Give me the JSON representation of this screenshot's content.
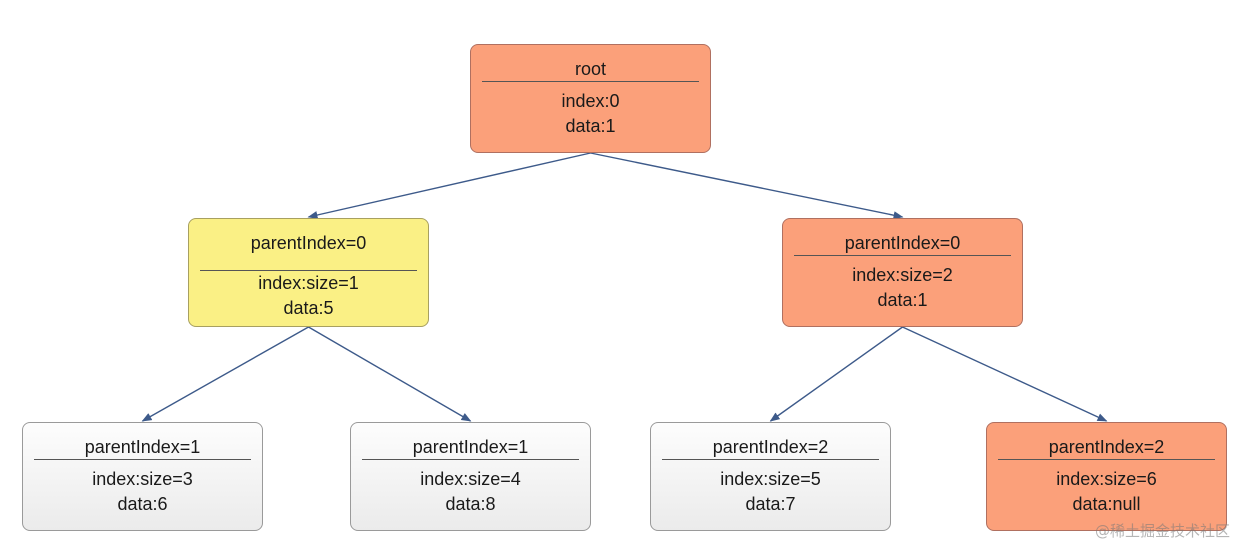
{
  "nodes": {
    "root": {
      "title": "root",
      "lines": [
        "index:0",
        "data:1"
      ]
    },
    "left": {
      "title": "parentIndex=0",
      "lines": [
        "index:size=1",
        "data:5"
      ]
    },
    "right": {
      "title": "parentIndex=0",
      "lines": [
        "index:size=2",
        "data:1"
      ]
    },
    "ll": {
      "title": "parentIndex=1",
      "lines": [
        "index:size=3",
        "data:6"
      ]
    },
    "lr": {
      "title": "parentIndex=1",
      "lines": [
        "index:size=4",
        "data:8"
      ]
    },
    "rl": {
      "title": "parentIndex=2",
      "lines": [
        "index:size=5",
        "data:7"
      ]
    },
    "rr": {
      "title": "parentIndex=2",
      "lines": [
        "index:size=6",
        "data:null"
      ]
    }
  },
  "edges": [
    {
      "from": "root",
      "to": "left"
    },
    {
      "from": "root",
      "to": "right"
    },
    {
      "from": "left",
      "to": "ll"
    },
    {
      "from": "left",
      "to": "lr"
    },
    {
      "from": "right",
      "to": "rl"
    },
    {
      "from": "right",
      "to": "rr"
    }
  ],
  "colors": {
    "orange": "#fba07a",
    "yellow": "#faf085",
    "grey": "#f4f4f4",
    "edge": "#3d5a8a"
  },
  "watermark": "@稀土掘金技术社区"
}
